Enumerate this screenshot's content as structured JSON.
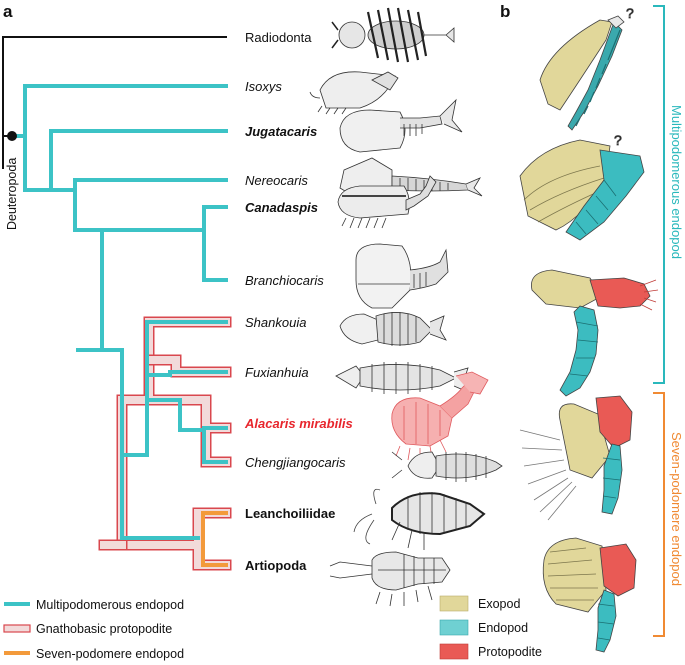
{
  "panels": {
    "a": "a",
    "b": "b"
  },
  "root_label": "Deuteropoda",
  "taxa": [
    {
      "name": "Radiodonta",
      "style": "plain"
    },
    {
      "name": "Isoxys",
      "style": "italic"
    },
    {
      "name": "Jugatacaris",
      "style": "bold-italic"
    },
    {
      "name": "Nereocaris",
      "style": "italic"
    },
    {
      "name": "Canadaspis",
      "style": "bold-italic"
    },
    {
      "name": "Branchiocaris",
      "style": "italic"
    },
    {
      "name": "Shankouia",
      "style": "italic"
    },
    {
      "name": "Fuxianhuia",
      "style": "italic"
    },
    {
      "name": "Alacaris mirabilis",
      "style": "bold-italic-red"
    },
    {
      "name": "Chengjiangocaris",
      "style": "italic"
    },
    {
      "name": "Leanchoiliidae",
      "style": "bold"
    },
    {
      "name": "Artiopoda",
      "style": "bold"
    }
  ],
  "legend_tree": [
    {
      "label": "Multipodomerous endopod",
      "color": "#3cc3c6",
      "kind": "teal"
    },
    {
      "label": "Gnathobasic protopodite",
      "color": "#d9474e",
      "kind": "double"
    },
    {
      "label": "Seven-podomere endopod",
      "color": "#f39a3b",
      "kind": "orange"
    }
  ],
  "legend_limb": [
    {
      "label": "Exopod",
      "color": "#e1d79a"
    },
    {
      "label": "Endopod",
      "color": "#6fd0d2"
    },
    {
      "label": "Protopodite",
      "color": "#e95a55"
    }
  ],
  "brackets": [
    {
      "label": "Multipodomerous endopod",
      "color": "#2ab8bc"
    },
    {
      "label": "Seven-podomere endopod",
      "color": "#f08a33"
    }
  ],
  "question_mark": "?",
  "colors": {
    "teal": "#3cc3c6",
    "red": "#d9474e",
    "pink_fill": "#f2dada",
    "orange": "#f39a3b",
    "black": "#111111",
    "highlight_red": "#e8262d"
  }
}
